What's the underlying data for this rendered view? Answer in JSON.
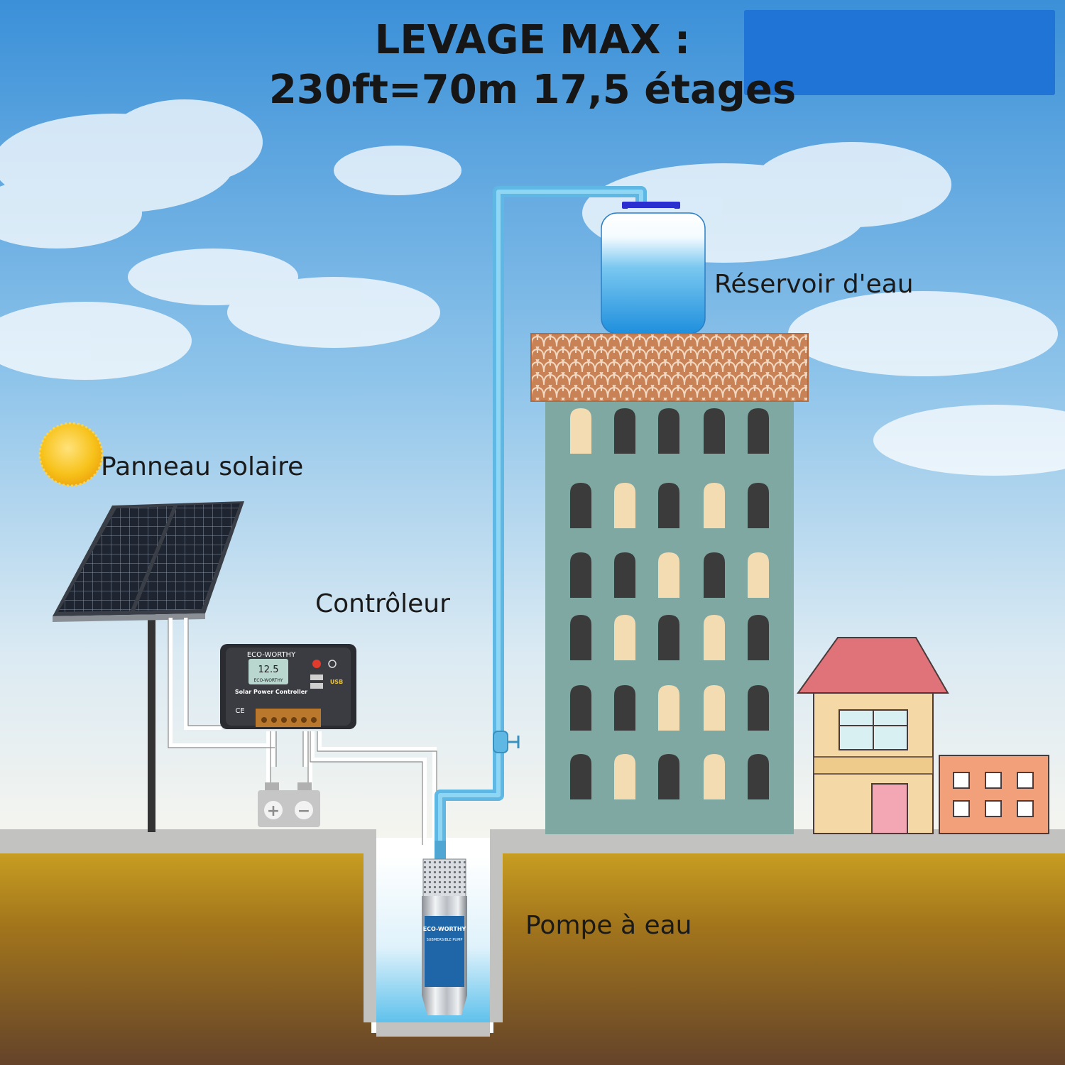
{
  "headline": {
    "line1": "LEVAGE MAX :",
    "line2": "230ft=70m 17,5 étages"
  },
  "labels": {
    "reservoir": "Réservoir d'eau",
    "solar_panel": "Panneau solaire",
    "controller": "Contrôleur",
    "pump": "Pompe à eau"
  },
  "controller_device": {
    "brand": "ECO-WORTHY",
    "display": "12.5",
    "display_brand": "ECO-WORTHY",
    "name": "Solar Power Controller",
    "usb": "USB",
    "ce": "CE"
  },
  "pump_device": {
    "brand": "ECO-WORTHY",
    "type": "SUBMERSIBLE PUMP"
  },
  "battery": {
    "plus": "+",
    "minus": "−"
  },
  "colors": {
    "sky_top": "#3e93d9",
    "sky_bottom": "#f4f5ee",
    "pipe": "#64c1ea",
    "building": "#7fa8a3",
    "roof_tiles": "#c98256",
    "window_dark": "#3b3b3b",
    "window_light": "#f3dcb2",
    "soil_top": "#c9961d",
    "soil_bottom": "#6a4626",
    "ground": "#c4c4c2",
    "sun": "#f6c21d",
    "banner": "#1f74d6"
  },
  "icons": [
    "sun-icon",
    "solar-panel",
    "charge-controller",
    "battery-icon",
    "submersible-pump",
    "water-tank",
    "valve-icon"
  ]
}
